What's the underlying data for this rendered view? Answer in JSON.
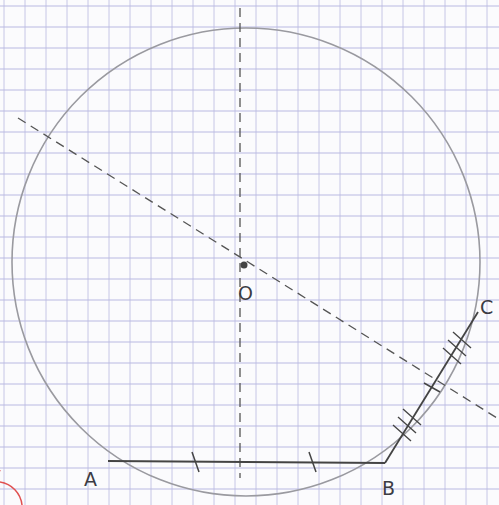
{
  "diagram": {
    "labels": [
      "A",
      "B",
      "C",
      "O"
    ]
  }
}
